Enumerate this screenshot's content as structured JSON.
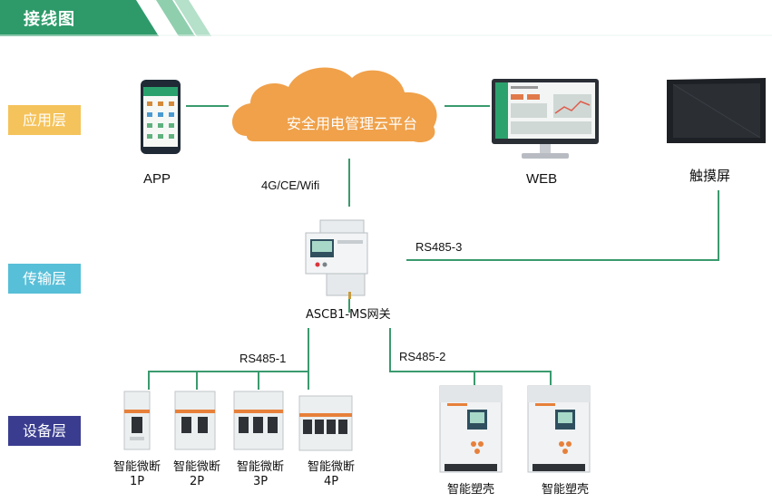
{
  "header": {
    "title": "接线图"
  },
  "layers": {
    "application": "应用层",
    "transmission": "传输层",
    "device": "设备层"
  },
  "cloud": {
    "label": "安全用电管理云平台"
  },
  "app": {
    "label": "APP"
  },
  "web": {
    "label": "WEB"
  },
  "touch": {
    "label": "触摸屏"
  },
  "network": {
    "label": "4G/CE/Wifi"
  },
  "gateway": {
    "label": "ASCB1-MS网关"
  },
  "links": {
    "rs485_1": "RS485-1",
    "rs485_2": "RS485-2",
    "rs485_3": "RS485-3"
  },
  "devices": {
    "breakers": [
      {
        "name": "智能微断",
        "poles": "1P"
      },
      {
        "name": "智能微断",
        "poles": "2P"
      },
      {
        "name": "智能微断",
        "poles": "3P"
      },
      {
        "name": "智能微断",
        "poles": "4P"
      }
    ],
    "mccb": [
      {
        "name": "智能塑壳"
      },
      {
        "name": "智能塑壳"
      }
    ]
  },
  "colors": {
    "brand_green": "#2e9a6a",
    "line_green": "#3a9a6e",
    "cloud_orange": "#f0a14a",
    "layer_app": "#f5c35b",
    "layer_trans": "#58bfd8",
    "layer_dev": "#3a3d8f"
  }
}
